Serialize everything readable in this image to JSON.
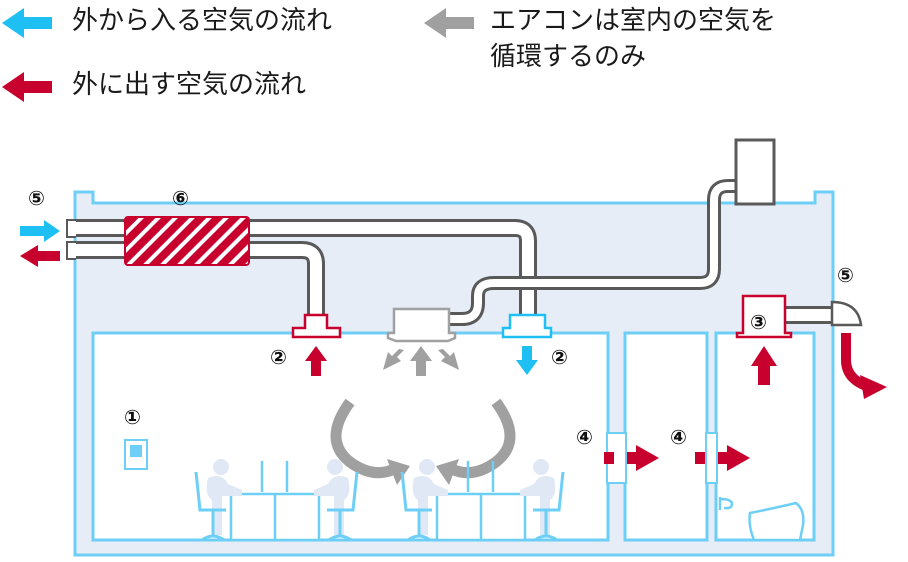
{
  "legend": {
    "inflow": {
      "label": "外から入る空気の流れ",
      "color": "#1ec0f4",
      "icon": "arrow-left-icon"
    },
    "outflow": {
      "label": "外に出す空気の流れ",
      "color": "#c8002d",
      "icon": "arrow-left-icon"
    },
    "recirculation": {
      "label_line1": "エアコンは室内の空気を",
      "label_line2": "循環するのみ",
      "color": "#a0a0a0",
      "icon": "arrow-left-icon"
    }
  },
  "colors": {
    "wall": "#6dcff6",
    "building_fill": "#e6edf7",
    "duct_outline": "#595959",
    "heat_exchanger": "#c8002d",
    "supply_vent": "#1ec0f4",
    "exhaust_vent": "#c8002d",
    "aircon": "#a0a0a0"
  },
  "markers": {
    "thermostat": "①",
    "vent_left": "②",
    "vent_right": "②",
    "toilet_exhaust": "③",
    "door_gap_1": "④",
    "door_gap_2": "④",
    "wall_port_left": "⑤",
    "wall_port_right": "⑤",
    "heat_exchanger": "⑥"
  }
}
